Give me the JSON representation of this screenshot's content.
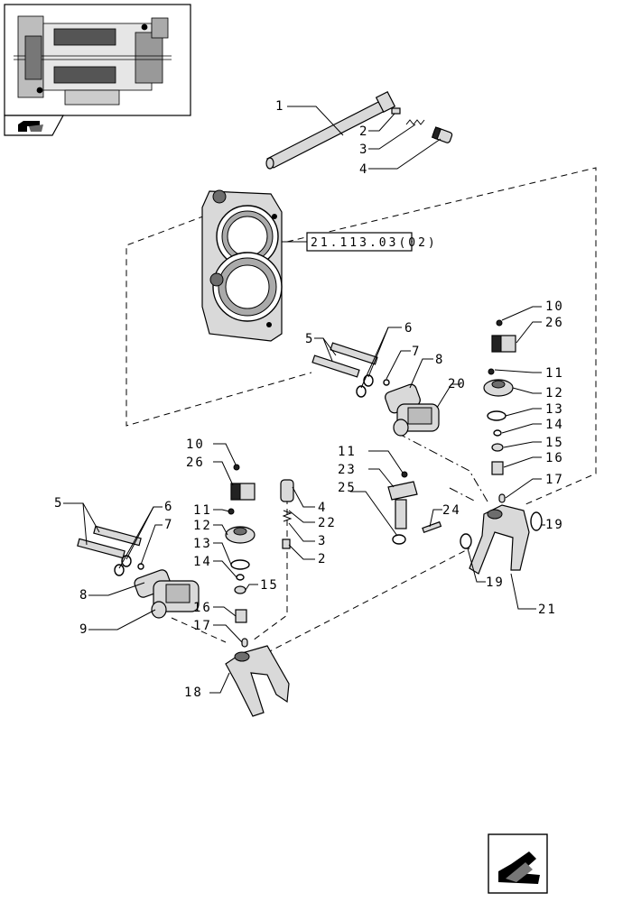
{
  "diagram": {
    "reference_box": "21.113.03(02)",
    "callouts": [
      {
        "id": "c1",
        "text": "1"
      },
      {
        "id": "c2a",
        "text": "2"
      },
      {
        "id": "c3a",
        "text": "3"
      },
      {
        "id": "c4a",
        "text": "4"
      },
      {
        "id": "c5a",
        "text": "5"
      },
      {
        "id": "c6a",
        "text": "6"
      },
      {
        "id": "c7a",
        "text": "7"
      },
      {
        "id": "c8a",
        "text": "8"
      },
      {
        "id": "c20",
        "text": "20"
      },
      {
        "id": "c10a",
        "text": "10"
      },
      {
        "id": "c26a",
        "text": "26"
      },
      {
        "id": "c11a",
        "text": "11"
      },
      {
        "id": "c12a",
        "text": "12"
      },
      {
        "id": "c13a",
        "text": "13"
      },
      {
        "id": "c14a",
        "text": "14"
      },
      {
        "id": "c15a",
        "text": "15"
      },
      {
        "id": "c16a",
        "text": "16"
      },
      {
        "id": "c17a",
        "text": "17"
      },
      {
        "id": "c19a",
        "text": "19"
      },
      {
        "id": "c19b",
        "text": "19"
      },
      {
        "id": "c21",
        "text": "21"
      },
      {
        "id": "c10b",
        "text": "10"
      },
      {
        "id": "c26b",
        "text": "26"
      },
      {
        "id": "c11b",
        "text": "11"
      },
      {
        "id": "c12b",
        "text": "12"
      },
      {
        "id": "c13b",
        "text": "13"
      },
      {
        "id": "c14b",
        "text": "14"
      },
      {
        "id": "c15b",
        "text": "15"
      },
      {
        "id": "c16b",
        "text": "16"
      },
      {
        "id": "c17b",
        "text": "17"
      },
      {
        "id": "c18",
        "text": "18"
      },
      {
        "id": "c5b",
        "text": "5"
      },
      {
        "id": "c6b",
        "text": "6"
      },
      {
        "id": "c7b",
        "text": "7"
      },
      {
        "id": "c8b",
        "text": "8"
      },
      {
        "id": "c9",
        "text": "9"
      },
      {
        "id": "c11c",
        "text": "11"
      },
      {
        "id": "c23",
        "text": "23"
      },
      {
        "id": "c25",
        "text": "25"
      },
      {
        "id": "c24",
        "text": "24"
      },
      {
        "id": "c4b",
        "text": "4"
      },
      {
        "id": "c22",
        "text": "22"
      },
      {
        "id": "c3b",
        "text": "3"
      },
      {
        "id": "c2b",
        "text": "2"
      }
    ]
  },
  "icons": {
    "back_nav": "back-arrow-icon",
    "next_nav": "next-arrow-icon"
  },
  "colors": {
    "line": "#000000",
    "part_fill": "#d9d9d9",
    "background": "#ffffff"
  }
}
